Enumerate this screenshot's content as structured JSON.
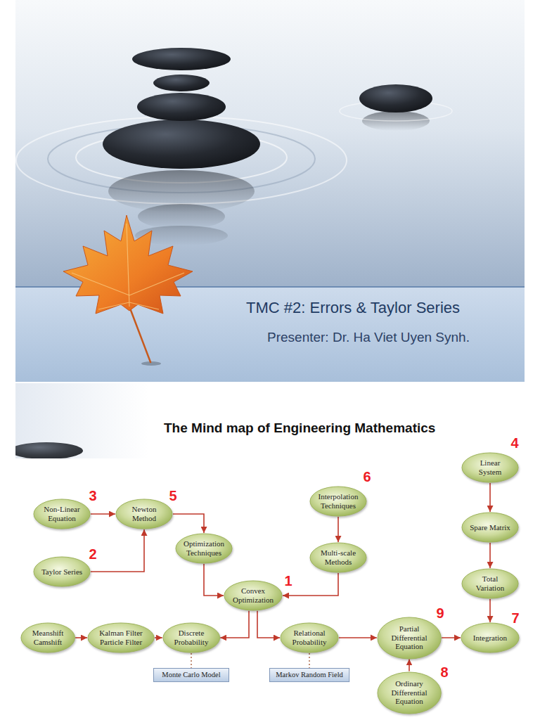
{
  "diagram": {
    "title": "The Mind map of Engineering Mathematics",
    "nodes": [
      {
        "text": [
          "Linear System"
        ]
      },
      {
        "text": [
          "Interpolation Techniques"
        ]
      },
      {
        "text": [
          "Non-Linear Equation"
        ]
      },
      {
        "text": [
          "Newton Method"
        ]
      },
      {
        "text": [
          "Spare Matrix"
        ]
      },
      {
        "text": [
          "Optimization Techniques"
        ]
      },
      {
        "text": [
          "Taylor Series"
        ]
      },
      {
        "text": [
          "Multi-scale Methods"
        ]
      },
      {
        "text": [
          "Total Variation"
        ]
      },
      {
        "text": [
          "Convex Optimization"
        ]
      },
      {
        "text": [
          "Meanshift Camshift"
        ]
      },
      {
        "text": [
          "Kalman Filter Particle Filter"
        ]
      },
      {
        "text": [
          "Discrete Probability"
        ]
      },
      {
        "text": [
          "Relational Probability"
        ]
      },
      {
        "text": [
          "Partial Differential Equation"
        ]
      },
      {
        "text": [
          "Integration"
        ]
      },
      {
        "text": [
          "Monte Carlo Model"
        ]
      },
      {
        "text": [
          "Markov Random Field"
        ]
      },
      {
        "text": [
          "Ordinary Differential Equation"
        ]
      }
    ],
    "edges": [
      {
        "from": 2,
        "to": 3,
        "arrow": "to"
      },
      {
        "from": 6,
        "to": 3,
        "arrow": "to"
      },
      {
        "from": 3,
        "to": 5,
        "arrow": "to"
      },
      {
        "from": 5,
        "to": 9,
        "arrow": "to"
      },
      {
        "from": 1,
        "to": 7,
        "arrow": "to"
      },
      {
        "from": 7,
        "to": 9,
        "arrow": "to"
      },
      {
        "from": 0,
        "to": 4,
        "arrow": "to"
      },
      {
        "from": 4,
        "to": 8,
        "arrow": "to"
      },
      {
        "from": 8,
        "to": 15,
        "arrow": "to"
      },
      {
        "from": 10,
        "to": 11,
        "arrow": "to"
      },
      {
        "from": 11,
        "to": 12,
        "arrow": "to"
      },
      {
        "from": 9,
        "to": 12,
        "arrow": "to"
      },
      {
        "from": 9,
        "to": 13,
        "arrow": "to"
      },
      {
        "from": 13,
        "to": 14,
        "arrow": "to"
      },
      {
        "from": 14,
        "to": 15,
        "arrow": "to"
      },
      {
        "from": 18,
        "to": 14,
        "arrow": "to"
      },
      {
        "from": 12,
        "to": 16,
        "arrow": "none"
      },
      {
        "from": 13,
        "to": 17,
        "arrow": "none"
      }
    ],
    "labels": [
      "TMC #2: Errors & Taylor Series",
      "Presenter: Dr. Ha Viet Uyen Synh.",
      "4",
      "6",
      "3",
      "5",
      "2",
      "1",
      "9",
      "7",
      "8"
    ]
  }
}
